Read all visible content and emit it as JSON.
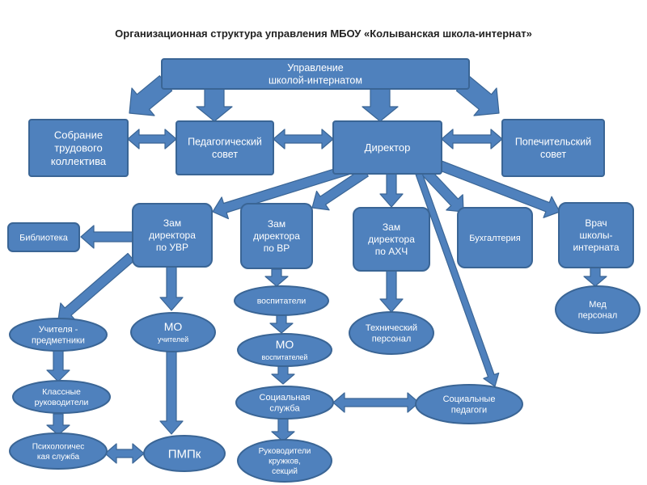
{
  "title": "Организационная структура управления МБОУ «Колыванская школа-интернат»",
  "nodes": {
    "management": [
      "Управление",
      "школой-интернатом"
    ],
    "labor_assembly": [
      "Собрание",
      "трудового",
      "коллектива"
    ],
    "ped_council": [
      "Педагогический",
      "совет"
    ],
    "director": [
      "Директор"
    ],
    "trustee_council": [
      "Попечительский",
      "совет"
    ],
    "library": [
      "Библиотека"
    ],
    "dep_uvr": [
      "Зам",
      "директора",
      "по УВР"
    ],
    "dep_vr": [
      "Зам",
      "директора",
      "по ВР"
    ],
    "dep_ahch": [
      "Зам",
      "директора",
      "по АХЧ"
    ],
    "accounting": [
      "Бухгалтерия"
    ],
    "doctor": [
      "Врач",
      "школы-",
      "интерната"
    ],
    "subject_teachers": [
      "Учителя -",
      "предметники"
    ],
    "mo_teachers_big": "МО",
    "mo_teachers_small": "учителей",
    "educators": [
      "воспитатели"
    ],
    "tech_staff": [
      "Технический",
      "персонал"
    ],
    "med_staff": [
      "Мед",
      "персонал"
    ],
    "class_teachers": [
      "Классные",
      "руководители"
    ],
    "mo_educators_big": "МО",
    "mo_educators_small": "воспитателей",
    "social_service": [
      "Социальная",
      "служба"
    ],
    "social_pedagogues": [
      "Социальные",
      "педагоги"
    ],
    "psych_service": [
      "Психологичес",
      "кая служба"
    ],
    "pmpk": [
      "ПМПк"
    ],
    "club_leaders": [
      "Руководители",
      "кружков,",
      "секций"
    ]
  }
}
